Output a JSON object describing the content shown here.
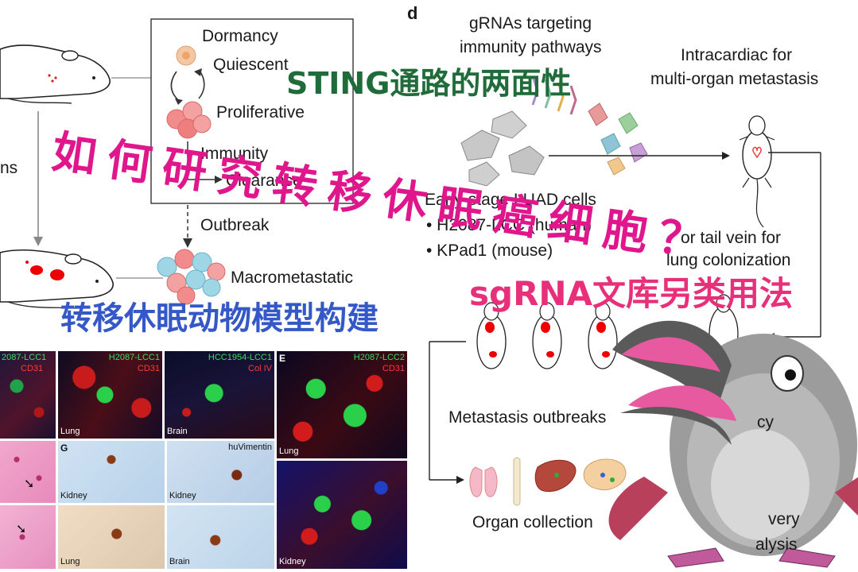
{
  "colors": {
    "arrow": "#333333",
    "green_title": "#1f6b3a",
    "magenta_title": "#e0168c",
    "blue_title": "#3558c8",
    "pink_title": "#e8307a"
  },
  "left_panel": {
    "edge_label": "ns",
    "box": {
      "dormancy": "Dormancy",
      "quiescent": "Quiescent",
      "proliferative": "Proliferative",
      "immunity": "Immunity",
      "clearance": "Clearance"
    },
    "outbreak": "Outbreak",
    "macrometastatic": "Macrometastatic"
  },
  "micrographs": {
    "top": [
      {
        "marker": "2087-LCC1",
        "stain": "CD31",
        "tissue": ""
      },
      {
        "marker": "H2087-LCC1",
        "stain": "CD31",
        "tissue": "Lung"
      },
      {
        "marker": "HCC1954-LCC1",
        "stain": "Col IV",
        "tissue": "Brain"
      }
    ],
    "panel_e": {
      "letter": "E",
      "marker": "H2087-LCC2",
      "stain": "CD31",
      "tissue": "Lung"
    },
    "panel_g": {
      "letter": "G",
      "top_left": "Kidney",
      "top_right": "Kidney",
      "top_right_marker": "huVimentin",
      "bottom_left": "Lung",
      "bottom_right": "Brain"
    },
    "kidney": "Kidney"
  },
  "right_panel": {
    "letter": "d",
    "grnas_line1": "gRNAs targeting",
    "grnas_line2": "immunity pathways",
    "intracardiac_line1": "Intracardiac for",
    "intracardiac_line2": "multi-organ metastasis",
    "early_stage": "Early-stage LUAD cells",
    "cell1": "• H2087-LCC (human)",
    "cell2": "• KPad1 (mouse)",
    "tail_line1": "or tail vein for",
    "tail_line2": "lung colonization",
    "outbreaks": "Metastasis outbreaks",
    "cy": "cy",
    "organ_collection": "Organ collection",
    "very": "very",
    "alysis": "alysis"
  },
  "overlay": {
    "sting": "STING通路的两面性",
    "question": "如何研究转移休眠癌细胞？",
    "model": "转移休眠动物模型构建",
    "sgrna": "sgRNA文库另类用法"
  }
}
